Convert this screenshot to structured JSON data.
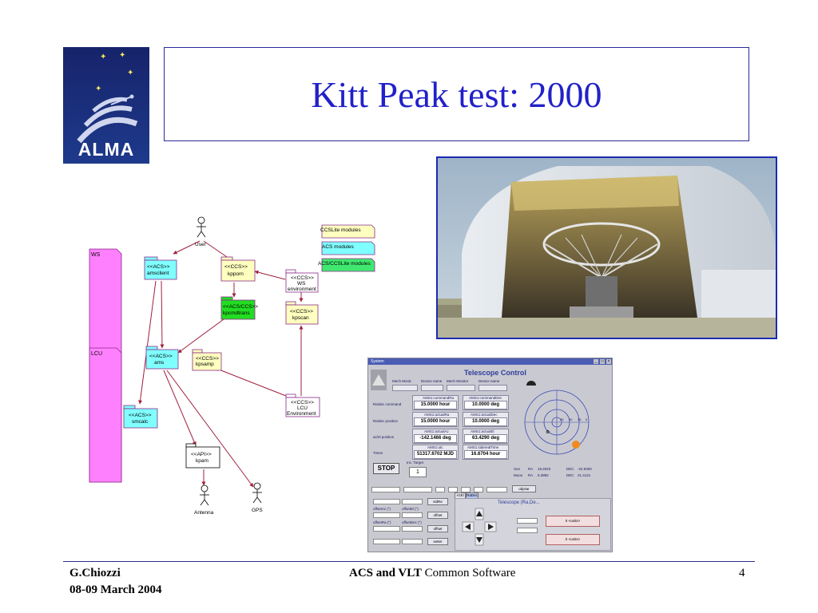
{
  "slide": {
    "title": "Kitt Peak test: 2000",
    "logo_text": "ALMA",
    "colors": {
      "title": "#2121c8",
      "frame": "#2a2a9a",
      "photo_border": "#1c2ab0"
    }
  },
  "diagram": {
    "user_label": "User",
    "antenna_label": "Antenna",
    "gps_label": "GPS",
    "legend": [
      "CCSLite modules",
      "ACS modules",
      "ACS/CCSLite modules"
    ],
    "blocks": {
      "ws": "WS",
      "lcu": "LCU",
      "amsclient_stereo": "<<ACS>>",
      "amsclient_name": "amsclient",
      "kpporn_stereo": "<<CCS>>",
      "kpporn_name": "kpporn",
      "kpcmdtrans_stereo": "<<ACS/CCS>>",
      "kpcmdtrans_name": "kpcmdtrans",
      "ams_stereo": "<<ACS>>",
      "ams_name": "ams",
      "kpsamp_stereo": "<<CCS>>",
      "kpsamp_name": "kpsamp",
      "smcalc_stereo": "<<ACS>>",
      "smcalc_name": "smcalc",
      "kpam_stereo": "<<API>>",
      "kpam_name": "kpam",
      "wsenv_stereo": "<<CCS>>",
      "wsenv_name1": "WS",
      "wsenv_name2": "environment",
      "kpscan_stereo": "<<CCS>>",
      "kpscan_name": "kpscan",
      "lcuenv_stereo": "<<CCS>>",
      "lcuenv_name1": "LCU",
      "lcuenv_name2": "Environment"
    }
  },
  "telescope_control": {
    "window_title": "System",
    "heading": "Telescope Control",
    "row_labels": [
      "Ra/dec command",
      "Ra/dec position",
      "az/el position",
      "Times"
    ],
    "header_labels": [
      "Mech Monit.",
      "Device name",
      "Mech Monitor",
      "Device name"
    ],
    "fields": [
      {
        "label": "AMS1:commandRa",
        "value": "15.0000 hour"
      },
      {
        "label": "AMS1:commandDec",
        "value": "10.0000 deg"
      },
      {
        "label": "AMS1:actualRa",
        "value": "15.0000 hour"
      },
      {
        "label": "AMS1:actualDec",
        "value": "10.0000 deg"
      },
      {
        "label": "AMS1:actualAz",
        "value": "-142.1466 deg"
      },
      {
        "label": "AMS1:actualEl",
        "value": "63.4290 deg"
      },
      {
        "label": "AMS1:utc",
        "value": "51317.6702 MJD"
      },
      {
        "label": "AMS1:siderealTime",
        "value": "16.6704 hour"
      }
    ],
    "stop_label": "STOP",
    "target_label": "Inc. Target",
    "target_value": "1",
    "sun": {
      "label": "Sun",
      "ra": "19.2023",
      "dec": "-22.9300"
    },
    "moon": {
      "label": "Moon",
      "ra": "6.3882",
      "dec": "21.4121"
    },
    "ra_label": "RA",
    "dec_label": "DEC",
    "objstar_label": "objstar",
    "offset_labels": [
      "offsetAz (\")",
      "offsetEl (\")",
      "offsetRa (\")",
      "offsetDec (\")"
    ],
    "button_labels": [
      "stdRe",
      "offset",
      "offset",
      "setter"
    ],
    "tabs": [
      "AzEl",
      "RaDec"
    ],
    "panel_title": "Telescope (Ra,De...",
    "units_label": "0 <units>",
    "polar_ticks": [
      "45",
      "30",
      "15",
      "0"
    ]
  },
  "footer": {
    "author": "G.Chiozzi",
    "date": "08-09 March 2004",
    "center_bold": "ACS and VLT",
    "center_rest": " Common Software",
    "page": "4"
  }
}
